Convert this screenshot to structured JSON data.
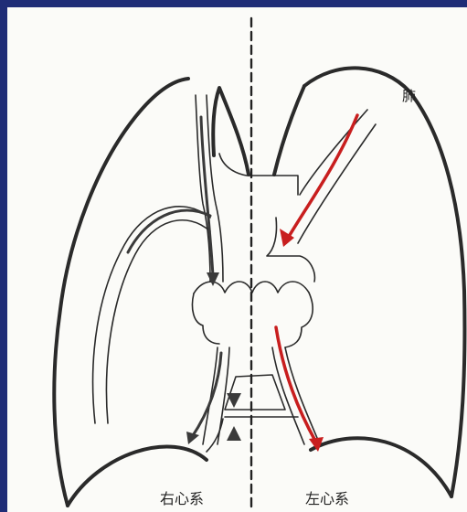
{
  "labels": {
    "lung": "肺",
    "right_system": "右心系",
    "left_system": "左心系"
  },
  "colors": {
    "background_border": "#1f2d77",
    "line": "#2a2a2a",
    "arrow_red": "#c81e1e",
    "arrow_dark": "#3a3a3a"
  }
}
